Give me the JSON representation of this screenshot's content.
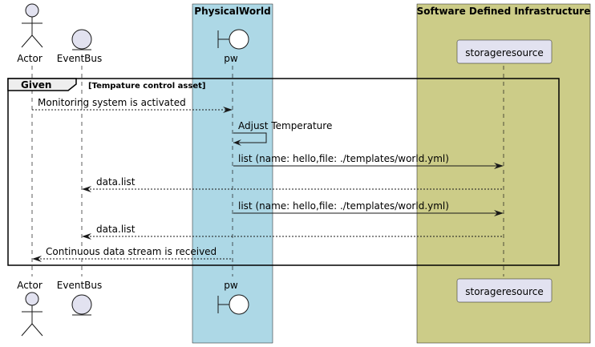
{
  "boxes": [
    {
      "title": "PhysicalWorld",
      "color": "#add8e6"
    },
    {
      "title": "Software Defined Infrastructure",
      "color": "#cccc88"
    }
  ],
  "participants": [
    {
      "name": "Actor",
      "kind": "actor"
    },
    {
      "name": "EventBus",
      "kind": "entity"
    },
    {
      "name": "pw",
      "kind": "boundary"
    },
    {
      "name": "storageresource",
      "kind": "participant"
    }
  ],
  "fragment": {
    "keyword": "Given",
    "condition": "[Tempature control asset]"
  },
  "messages": [
    {
      "text": "Monitoring system is activated",
      "from": "Actor",
      "to": "pw",
      "style": "dashed"
    },
    {
      "text": "Adjust Temperature",
      "from": "pw",
      "to": "pw",
      "style": "solid"
    },
    {
      "text": "list (name: hello,file: ./templates/world.yml)",
      "from": "pw",
      "to": "storageresource",
      "style": "solid"
    },
    {
      "text": "data.list",
      "from": "storageresource",
      "to": "EventBus",
      "style": "dashed"
    },
    {
      "text": "list (name: hello,file: ./templates/world.yml)",
      "from": "pw",
      "to": "storageresource",
      "style": "solid"
    },
    {
      "text": "data.list",
      "from": "storageresource",
      "to": "EventBus",
      "style": "dashed"
    },
    {
      "text": "Continuous data stream is received",
      "from": "pw",
      "to": "Actor",
      "style": "dashed"
    }
  ],
  "colors": {
    "participant_fill": "#e2e2f0",
    "participant_border": "#181818",
    "line": "#181818"
  }
}
